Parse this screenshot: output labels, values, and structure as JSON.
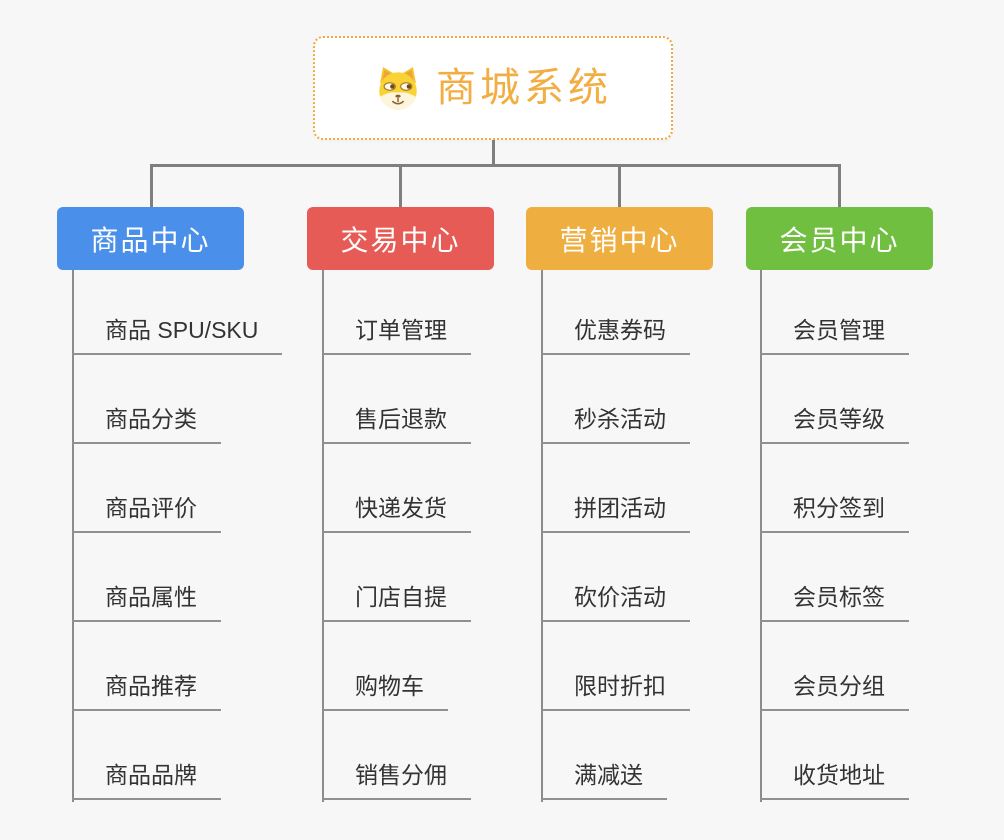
{
  "page": {
    "background": "#f7f7f8"
  },
  "root": {
    "title": "商城系统",
    "icon": "dog-face-icon",
    "title_color": "#f2ae43",
    "border_color": "#f0a93e"
  },
  "connectors": {
    "line_color": "#7f7f7f",
    "trunk_color": "#8c8c8c",
    "underline_color": "#909090"
  },
  "item_text_color": "#333333",
  "branches": [
    {
      "label": "商品中心",
      "color": "#4a8fe9",
      "items": [
        "商品 SPU/SKU",
        "商品分类",
        "商品评价",
        "商品属性",
        "商品推荐",
        "商品品牌"
      ]
    },
    {
      "label": "交易中心",
      "color": "#e65b55",
      "items": [
        "订单管理",
        "售后退款",
        "快递发货",
        "门店自提",
        "购物车",
        "销售分佣"
      ]
    },
    {
      "label": "营销中心",
      "color": "#eeae40",
      "items": [
        "优惠券码",
        "秒杀活动",
        "拼团活动",
        "砍价活动",
        "限时折扣",
        "满减送"
      ]
    },
    {
      "label": "会员中心",
      "color": "#71bf41",
      "items": [
        "会员管理",
        "会员等级",
        "积分签到",
        "会员标签",
        "会员分组",
        "收货地址"
      ]
    }
  ]
}
